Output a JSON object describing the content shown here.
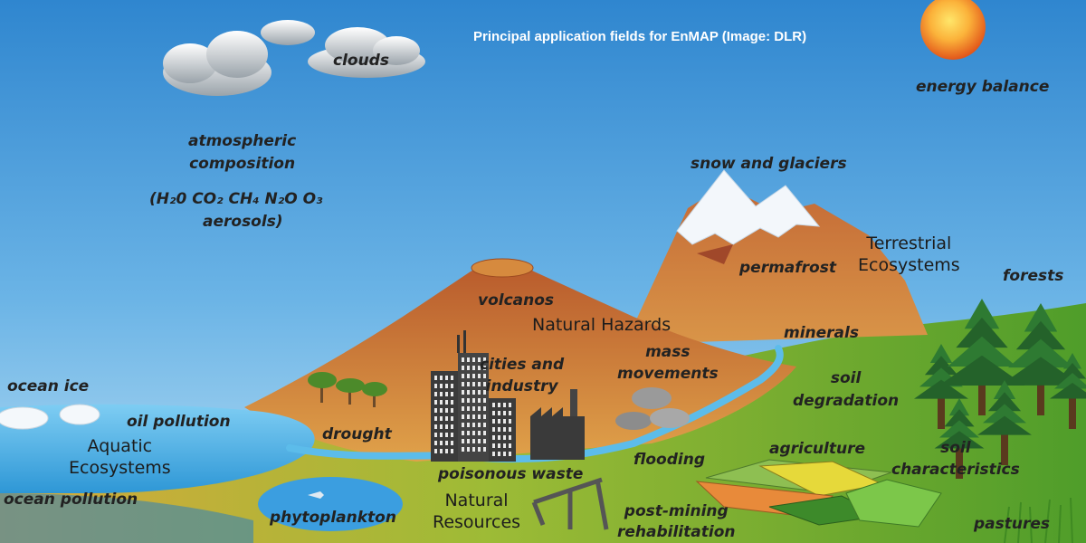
{
  "title": "Principal application fields for EnMAP (Image: DLR)",
  "colors": {
    "sky_top": "#2f86cf",
    "sky_bottom": "#9fd0ef",
    "sun": "#f28a1e",
    "mountain": "#c66f32",
    "grass": "#5ea62e",
    "water": "#3ea8e0",
    "text": "#222222"
  },
  "labels": {
    "clouds": "clouds",
    "energy_balance": "energy balance",
    "atmospheric_composition": [
      "atmospheric",
      "composition"
    ],
    "atmospheric_gases": "(H₂0 CO₂ CH₄ N₂O O₃",
    "aerosols": "aerosols)",
    "snow_and_glaciers": "snow and glaciers",
    "permafrost": "permafrost",
    "forests": "forests",
    "volcanos": "volcanos",
    "minerals": "minerals",
    "cities_and_industry": [
      "cities and",
      "industry"
    ],
    "mass_movements": [
      "mass",
      "movements"
    ],
    "soil_degradation": [
      "soil",
      "degradation"
    ],
    "ocean_ice": "ocean ice",
    "oil_pollution": "oil pollution",
    "drought": "drought",
    "agriculture": "agriculture",
    "soil_characteristics": [
      "soil",
      "characteristics"
    ],
    "flooding": "flooding",
    "poisonous_waste": "poisonous waste",
    "ocean_pollution": "ocean pollution",
    "phytoplankton": "phytoplankton",
    "post_mining_rehabilitation": [
      "post-mining",
      "rehabilitation"
    ],
    "pastures": "pastures"
  },
  "categories": {
    "terrestrial_ecosystems": [
      "Terrestrial",
      "Ecosystems"
    ],
    "natural_hazards": "Natural Hazards",
    "aquatic_ecosystems": [
      "Aquatic",
      "Ecosystems"
    ],
    "natural_resources": [
      "Natural",
      "Resources"
    ]
  }
}
